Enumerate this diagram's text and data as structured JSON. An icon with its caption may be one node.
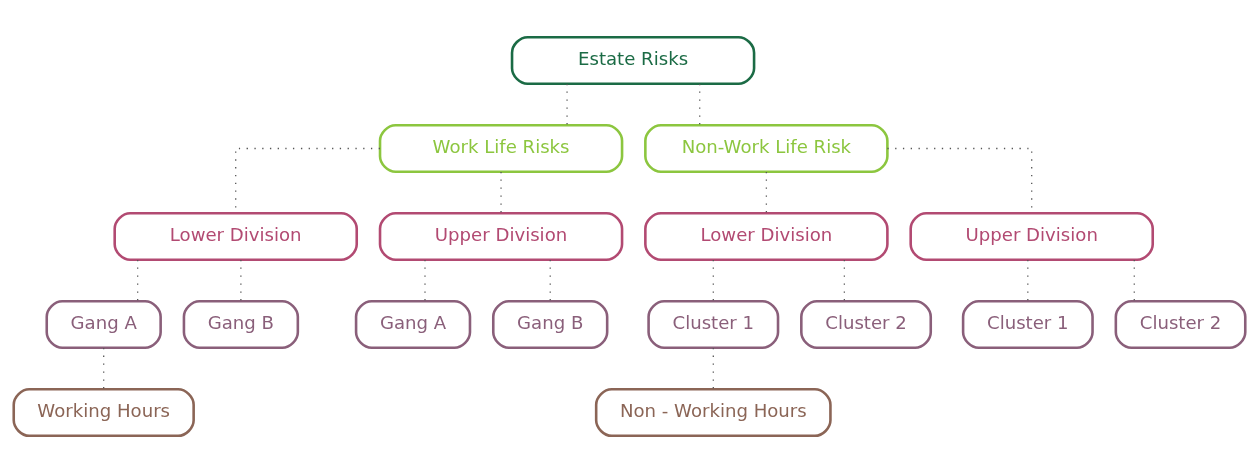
{
  "diagram": {
    "nodes": [
      {
        "text": [
          "Estate Risks"
        ]
      },
      {
        "text": [
          "Work Life Risks"
        ]
      },
      {
        "text": [
          "Non-Work Life Risk"
        ]
      },
      {
        "text": [
          "Lower Division"
        ]
      },
      {
        "text": [
          "Upper Division"
        ]
      },
      {
        "text": [
          "Lower Division"
        ]
      },
      {
        "text": [
          "Upper Division"
        ]
      },
      {
        "text": [
          "Gang A"
        ]
      },
      {
        "text": [
          "Gang B"
        ]
      },
      {
        "text": [
          "Gang A"
        ]
      },
      {
        "text": [
          "Gang B"
        ]
      },
      {
        "text": [
          "Cluster 1"
        ]
      },
      {
        "text": [
          "Cluster 2"
        ]
      },
      {
        "text": [
          "Cluster 1"
        ]
      },
      {
        "text": [
          "Cluster 2"
        ]
      },
      {
        "text": [
          "Working Hours"
        ]
      },
      {
        "text": [
          "Non - Working Hours"
        ]
      }
    ],
    "edges": [
      {
        "from": 0,
        "to": 1,
        "arrow": "none"
      },
      {
        "from": 0,
        "to": 2,
        "arrow": "none"
      },
      {
        "from": 1,
        "to": 3,
        "arrow": "none"
      },
      {
        "from": 1,
        "to": 4,
        "arrow": "none"
      },
      {
        "from": 2,
        "to": 5,
        "arrow": "none"
      },
      {
        "from": 2,
        "to": 6,
        "arrow": "none"
      },
      {
        "from": 3,
        "to": 7,
        "arrow": "none"
      },
      {
        "from": 3,
        "to": 8,
        "arrow": "none"
      },
      {
        "from": 4,
        "to": 9,
        "arrow": "none"
      },
      {
        "from": 4,
        "to": 10,
        "arrow": "none"
      },
      {
        "from": 5,
        "to": 11,
        "arrow": "none"
      },
      {
        "from": 5,
        "to": 12,
        "arrow": "none"
      },
      {
        "from": 6,
        "to": 13,
        "arrow": "none"
      },
      {
        "from": 6,
        "to": 14,
        "arrow": "none"
      },
      {
        "from": 7,
        "to": 15,
        "arrow": "none"
      },
      {
        "from": 11,
        "to": 16,
        "arrow": "none"
      }
    ]
  }
}
